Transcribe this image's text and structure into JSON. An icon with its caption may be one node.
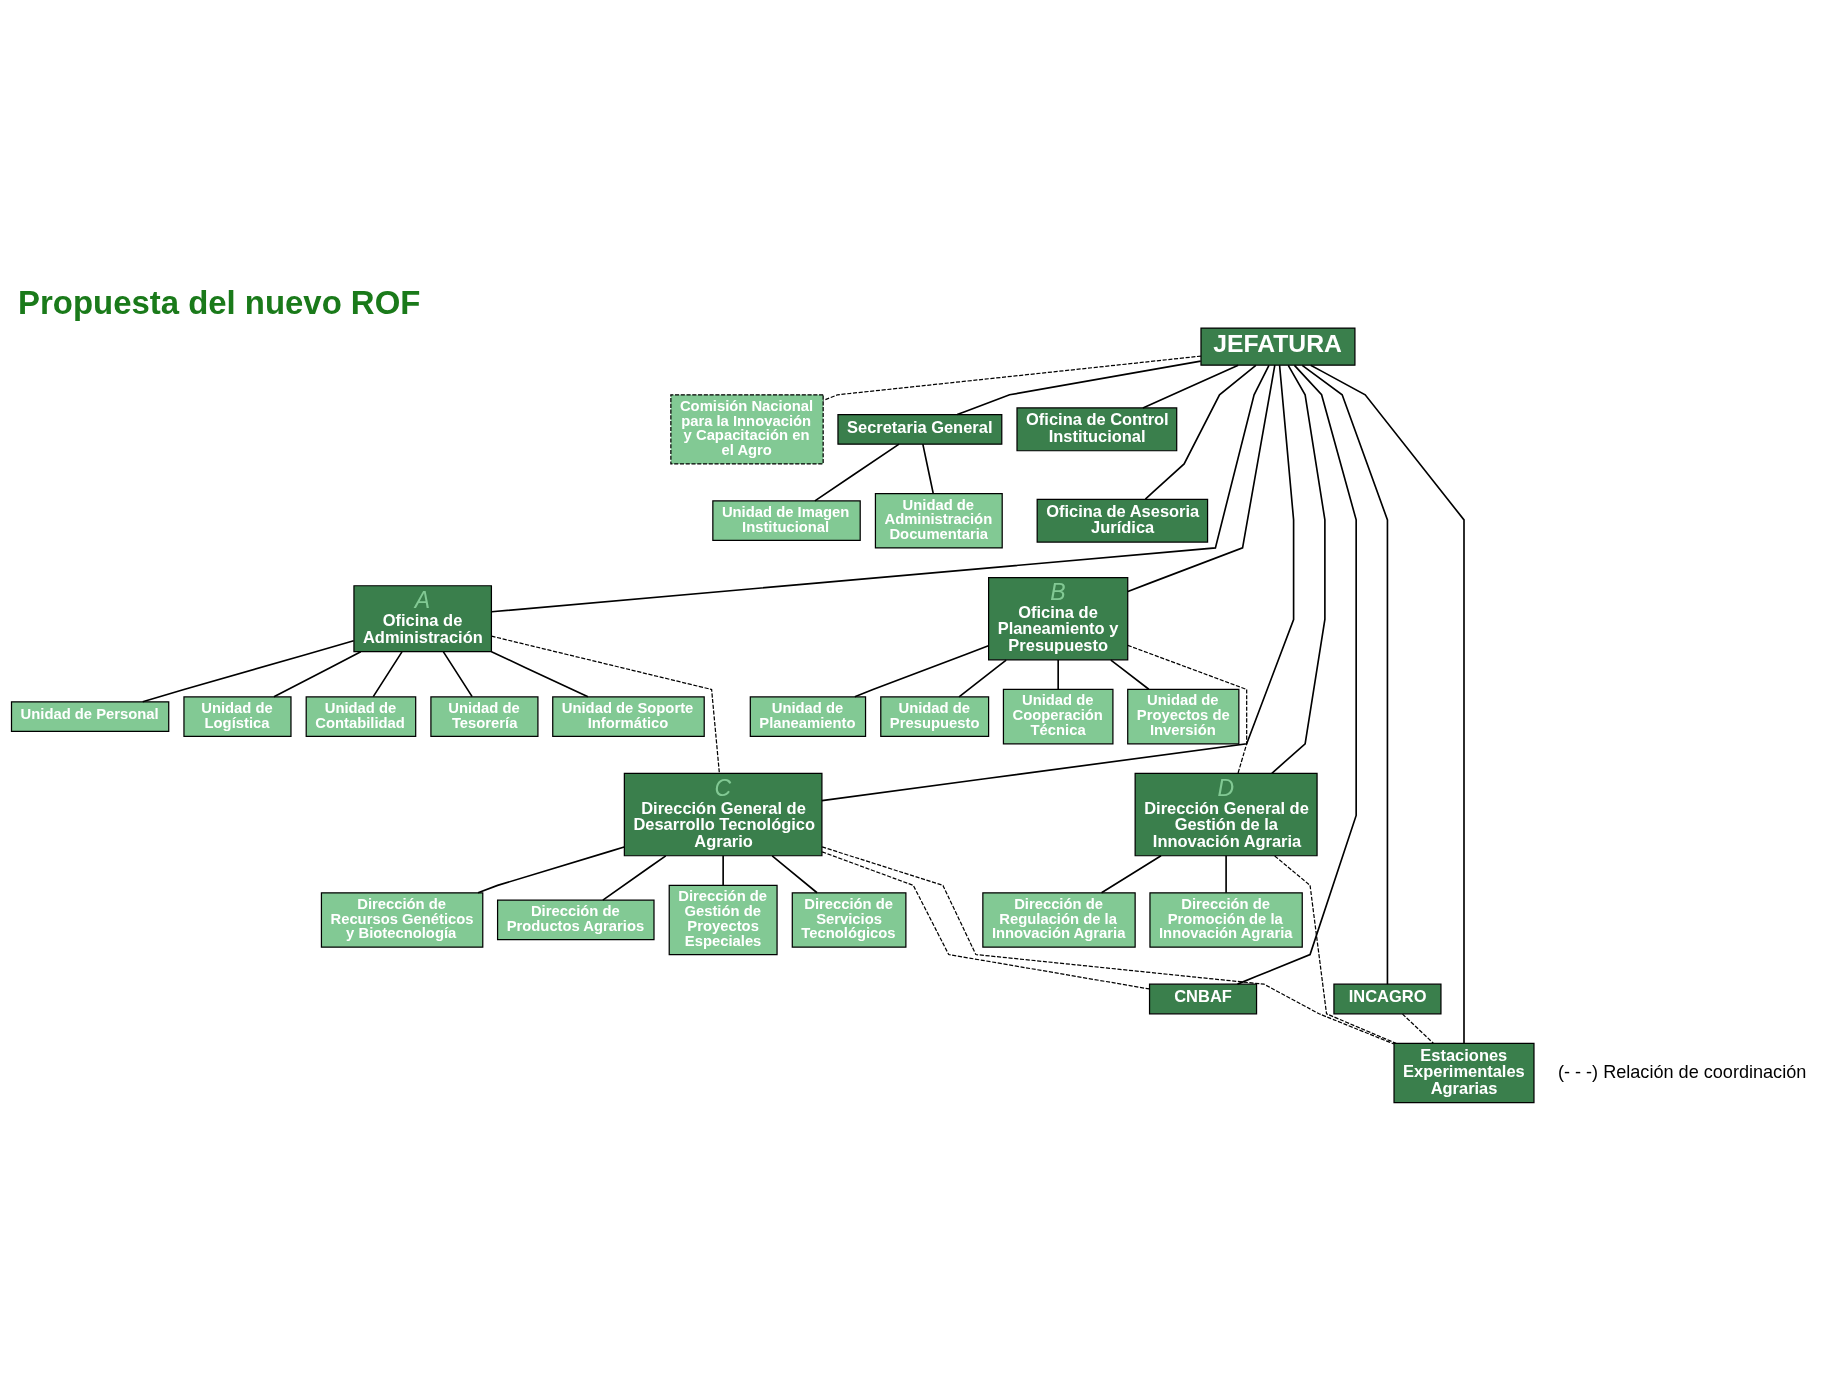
{
  "diagram": {
    "title": "Propuesta del nuevo ROF",
    "nodes": [
      {
        "text": [
          "JEFATURA"
        ]
      },
      {
        "text": [
          "Comisión Nacional para la Innovación y Capacitación en el Agro"
        ]
      },
      {
        "text": [
          "Secretaria General"
        ]
      },
      {
        "text": [
          "Oficina de Control Institucional"
        ]
      },
      {
        "text": [
          "Unidad de Imagen Institucional"
        ]
      },
      {
        "text": [
          "Unidad de Administración Documentaria"
        ]
      },
      {
        "text": [
          "Oficina de Asesoria Jurídica"
        ]
      },
      {
        "text": [
          "A",
          "Oficina de Administración"
        ]
      },
      {
        "text": [
          "B",
          "Oficina de Planeamiento y Presupuesto"
        ]
      },
      {
        "text": [
          "Unidad de Personal"
        ]
      },
      {
        "text": [
          "Unidad de Logística"
        ]
      },
      {
        "text": [
          "Unidad de Contabilidad"
        ]
      },
      {
        "text": [
          "Unidad de Tesorería"
        ]
      },
      {
        "text": [
          "Unidad de Soporte Informático"
        ]
      },
      {
        "text": [
          "Unidad de Planeamiento"
        ]
      },
      {
        "text": [
          "Unidad de Presupuesto"
        ]
      },
      {
        "text": [
          "Unidad de Cooperación Técnica"
        ]
      },
      {
        "text": [
          "Unidad de Proyectos de Inversión"
        ]
      },
      {
        "text": [
          "C",
          "Dirección General de Desarrollo Tecnológico Agrario"
        ]
      },
      {
        "text": [
          "D",
          "Dirección General de Gestión de la Innovación Agraria"
        ]
      },
      {
        "text": [
          "Dirección de Recursos Genéticos y Biotecnología"
        ]
      },
      {
        "text": [
          "Dirección de Productos Agrarios"
        ]
      },
      {
        "text": [
          "Dirección de Gestión de Proyectos Especiales"
        ]
      },
      {
        "text": [
          "Dirección de Servicios Tecnológicos"
        ]
      },
      {
        "text": [
          "Dirección de Regulación de la Innovación Agraria"
        ]
      },
      {
        "text": [
          "Dirección de Promoción de la Innovación Agraria"
        ]
      },
      {
        "text": [
          "CNBAF"
        ]
      },
      {
        "text": [
          "INCAGRO"
        ]
      },
      {
        "text": [
          "Estaciones Experimentales Agrarias"
        ]
      }
    ],
    "edges": [
      {
        "from": 0,
        "to": 1,
        "arrow": "none",
        "style": "dashed"
      },
      {
        "from": 0,
        "to": 2,
        "arrow": "none"
      },
      {
        "from": 0,
        "to": 3,
        "arrow": "none"
      },
      {
        "from": 2,
        "to": 4,
        "arrow": "none"
      },
      {
        "from": 2,
        "to": 5,
        "arrow": "none"
      },
      {
        "from": 0,
        "to": 6,
        "arrow": "none"
      },
      {
        "from": 0,
        "to": 7,
        "arrow": "none"
      },
      {
        "from": 0,
        "to": 8,
        "arrow": "none"
      },
      {
        "from": 7,
        "to": 9,
        "arrow": "none"
      },
      {
        "from": 7,
        "to": 10,
        "arrow": "none"
      },
      {
        "from": 7,
        "to": 11,
        "arrow": "none"
      },
      {
        "from": 7,
        "to": 12,
        "arrow": "none"
      },
      {
        "from": 7,
        "to": 13,
        "arrow": "none"
      },
      {
        "from": 8,
        "to": 14,
        "arrow": "none"
      },
      {
        "from": 8,
        "to": 15,
        "arrow": "none"
      },
      {
        "from": 8,
        "to": 16,
        "arrow": "none"
      },
      {
        "from": 8,
        "to": 17,
        "arrow": "none"
      },
      {
        "from": 0,
        "to": 18,
        "arrow": "none"
      },
      {
        "from": 0,
        "to": 19,
        "arrow": "none"
      },
      {
        "from": 18,
        "to": 20,
        "arrow": "none"
      },
      {
        "from": 18,
        "to": 21,
        "arrow": "none"
      },
      {
        "from": 18,
        "to": 22,
        "arrow": "none"
      },
      {
        "from": 18,
        "to": 23,
        "arrow": "none"
      },
      {
        "from": 19,
        "to": 24,
        "arrow": "none"
      },
      {
        "from": 19,
        "to": 25,
        "arrow": "none"
      },
      {
        "from": 0,
        "to": 26,
        "arrow": "none"
      },
      {
        "from": 0,
        "to": 27,
        "arrow": "none"
      },
      {
        "from": 0,
        "to": 28,
        "arrow": "none"
      },
      {
        "from": 7,
        "to": 18,
        "arrow": "none",
        "style": "dashed"
      },
      {
        "from": 18,
        "to": 28,
        "arrow": "none",
        "style": "dashed"
      },
      {
        "from": 18,
        "to": 26,
        "arrow": "none",
        "style": "dashed"
      },
      {
        "from": 8,
        "to": 19,
        "arrow": "none",
        "style": "dashed"
      },
      {
        "from": 19,
        "to": 28,
        "arrow": "none",
        "style": "dashed"
      },
      {
        "from": 27,
        "to": 28,
        "arrow": "none",
        "style": "dashed"
      }
    ],
    "labels": [
      "(- - -) Relación de coordinación"
    ]
  }
}
